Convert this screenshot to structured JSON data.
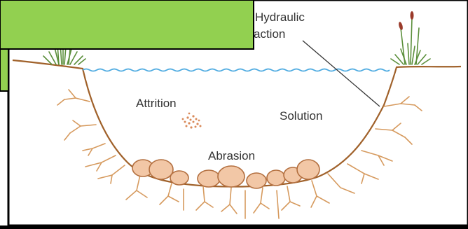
{
  "labels": {
    "hydraulic_line1": "Hydraulic",
    "hydraulic_line2": "action",
    "attrition": "Attrition",
    "solution": "Solution",
    "abrasion": "Abrasion"
  },
  "colors": {
    "background": "#ffffff",
    "frame": "#000000",
    "overlay_fill": "#92d050",
    "bank_line": "#a0612a",
    "roots": "#d69a5e",
    "water": "#4aa9e0",
    "boulder_fill": "#f2c7a6",
    "boulder_stroke": "#b36f3f",
    "reeds": "#5b8f3b",
    "reed_heads": "#9a3a2a"
  },
  "icons": [
    "reeds-left-icon",
    "reeds-right-icon",
    "pebbles-icon",
    "boulders-icon"
  ]
}
